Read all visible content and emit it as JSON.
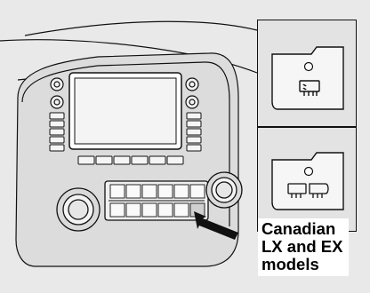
{
  "caption": {
    "line1": "Canadian",
    "line2": "LX and EX",
    "line3": "models"
  },
  "icons": {
    "rear_defroster": "rear-defroster-icon",
    "mirror_heater": "mirror-heater-icon"
  },
  "colors": {
    "background": "#e9e9e9",
    "line": "#111111",
    "panel": "#e3e3e3"
  }
}
